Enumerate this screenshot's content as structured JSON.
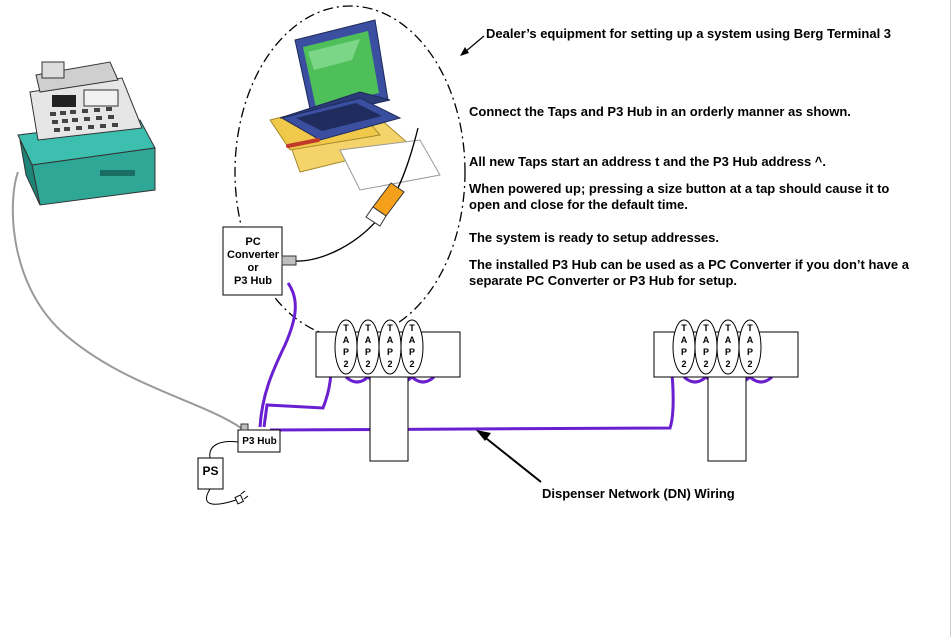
{
  "title_note": "Dealer’s equipment for setting up a system using Berg Terminal 3",
  "notes": [
    "Connect the Taps and P3 Hub in an orderly manner as shown.",
    "All new Taps start an address t and the P3 Hub address ^.",
    "When powered up; pressing a size button at a tap should cause it to open and close for the default time.",
    "The system is ready to setup addresses.",
    "The installed P3 Hub can be used as a PC Converter if you don’t have a separate PC Converter or P3 Hub for setup."
  ],
  "pc_converter": {
    "line1": "PC",
    "line2": "Converter",
    "line3": "or",
    "line4": "P3 Hub"
  },
  "hub_label": "P3 Hub",
  "ps_label": "PS",
  "dn_label": "Dispenser Network (DN) Wiring",
  "tap_letters": [
    "T",
    "A",
    "P",
    "2"
  ],
  "colors": {
    "cable": "#6a1fd0",
    "gray_cable": "#9a9a9a",
    "screen": "#4fbf5a",
    "laptop": "#3a4fa0",
    "connector": "#f5a01a"
  }
}
